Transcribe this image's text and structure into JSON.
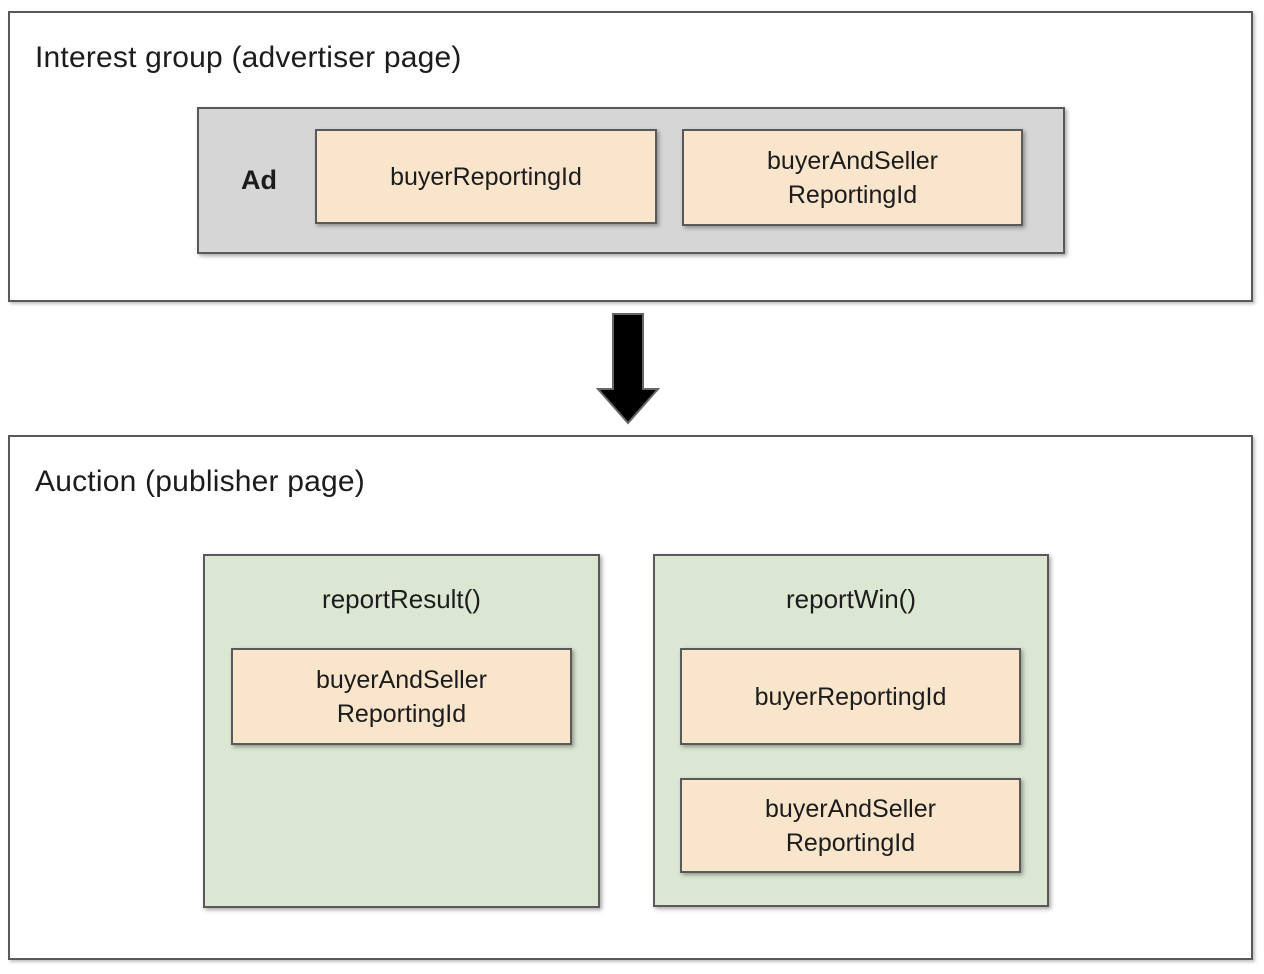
{
  "diagram": {
    "interest_group": {
      "title": "Interest group (advertiser page)",
      "ad": {
        "label": "Ad",
        "fields": [
          {
            "label": "buyerReportingId"
          },
          {
            "label": "buyerAndSeller\nReportingId"
          }
        ]
      }
    },
    "auction": {
      "title": "Auction (publisher page)",
      "functions": [
        {
          "name": "reportResult()",
          "fields": [
            {
              "label": "buyerAndSeller\nReportingId"
            }
          ]
        },
        {
          "name": "reportWin()",
          "fields": [
            {
              "label": "buyerReportingId"
            },
            {
              "label": "buyerAndSeller\nReportingId"
            }
          ]
        }
      ]
    }
  },
  "colors": {
    "border": "#595959",
    "ad-fill": "#d6d6d6",
    "field-fill": "#f8e5cc",
    "function-fill": "#dbe7d2",
    "text": "#1c1c1c",
    "arrow-fill": "#000000",
    "arrow-stroke": "#666666"
  }
}
